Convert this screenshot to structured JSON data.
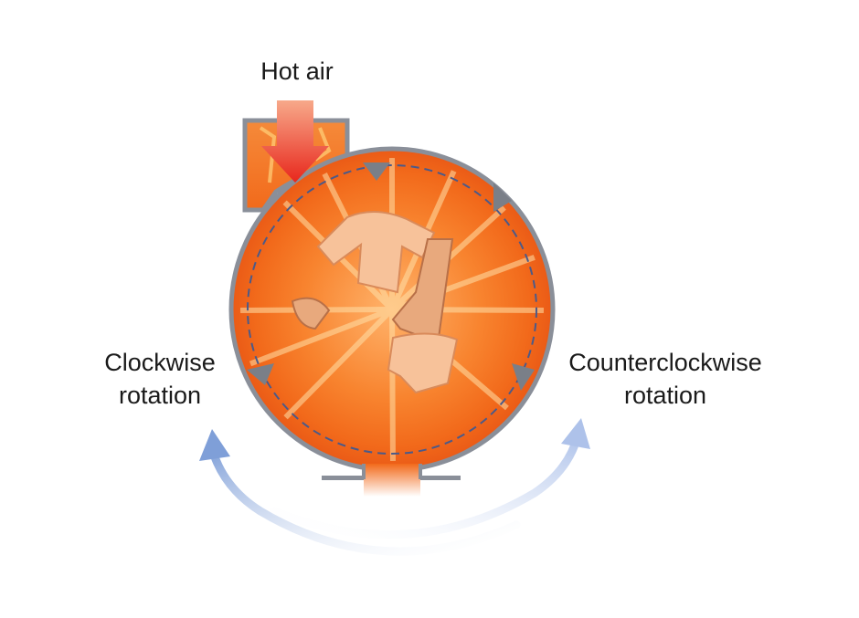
{
  "labels": {
    "hot_air": "Hot air",
    "clockwise_line1": "Clockwise",
    "clockwise_line2": "rotation",
    "counterclockwise_line1": "Counterclockwise",
    "counterclockwise_line2": "rotation"
  },
  "colors": {
    "housing": "#8a8f99",
    "flame_outer": "#f26a1b",
    "flame_inner": "#ffd27a",
    "arrow_hot_air": "#e8271c",
    "laundry": "#f7c29a",
    "rotation_arrow": "#7f9fd8"
  },
  "icons": {
    "hot_air_arrow": "down-arrow-icon",
    "clockwise_arrow": "curved-arrow-left-icon",
    "counterclockwise_arrow": "curved-arrow-right-icon"
  }
}
